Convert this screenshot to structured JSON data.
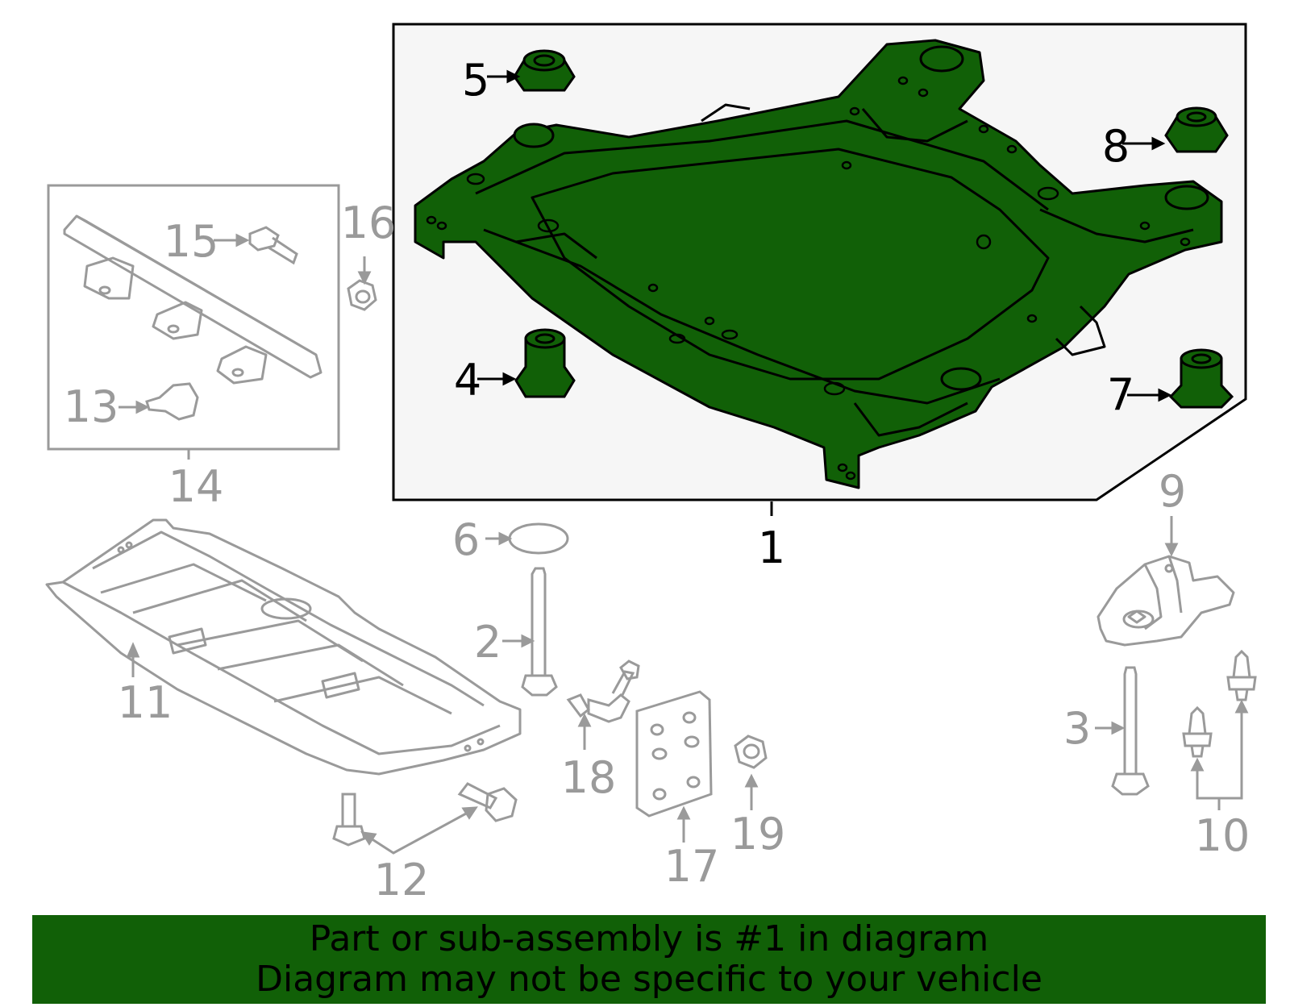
{
  "colors": {
    "highlight": "#116007",
    "panel_bg": "#f6f6f6",
    "gray_line": "#9a9a9a",
    "dark_line": "#000000"
  },
  "callouts": {
    "c1": "1",
    "c2": "2",
    "c3": "3",
    "c4": "4",
    "c5": "5",
    "c6": "6",
    "c7": "7",
    "c8": "8",
    "c9": "9",
    "c10": "10",
    "c11": "11",
    "c12": "12",
    "c13": "13",
    "c14": "14",
    "c15": "15",
    "c16": "16",
    "c17": "17",
    "c18": "18",
    "c19": "19"
  },
  "banner": {
    "line1": "Part or sub-assembly is #1 in diagram",
    "line2": "Diagram may not be specific to your vehicle"
  }
}
